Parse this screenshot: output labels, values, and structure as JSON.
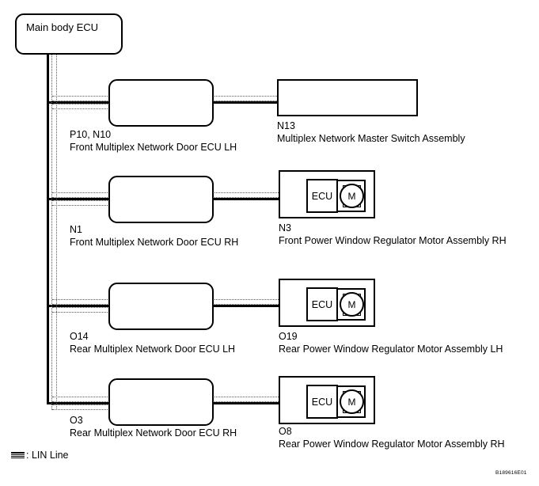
{
  "diagram": {
    "figure_id": "B189616E01",
    "legend": {
      "symbol_name": "lin-line-swatch",
      "label": ": LIN Line"
    },
    "root": {
      "title": "Main body ECU"
    },
    "nodes": [
      {
        "id": "door-ecu-lh",
        "code": "P10, N10",
        "desc": "Front Multiplex Network Door ECU LH",
        "kind": "rounded"
      },
      {
        "id": "master-switch",
        "code": "N13",
        "desc": "Multiplex Network Master Switch Assembly",
        "kind": "sharp"
      },
      {
        "id": "door-ecu-rh",
        "code": "N1",
        "desc": "Front Multiplex Network Door ECU RH",
        "kind": "rounded"
      },
      {
        "id": "front-motor-rh",
        "code": "N3",
        "desc": "Front Power Window Regulator Motor Assembly RH",
        "kind": "motor"
      },
      {
        "id": "rear-door-ecu-lh",
        "code": "O14",
        "desc": "Rear Multiplex Network Door ECU LH",
        "kind": "rounded"
      },
      {
        "id": "rear-motor-lh",
        "code": "O19",
        "desc": "Rear Power Window Regulator Motor Assembly LH",
        "kind": "motor"
      },
      {
        "id": "rear-door-ecu-rh",
        "code": "O3",
        "desc": "Rear Multiplex Network Door ECU RH",
        "kind": "rounded"
      },
      {
        "id": "rear-motor-rh",
        "code": "O8",
        "desc": "Rear Power Window Regulator Motor Assembly RH",
        "kind": "motor"
      }
    ],
    "motor_internals": {
      "ecu_label": "ECU",
      "motor_label": "M"
    },
    "colors": {
      "line": "#000000",
      "lin_line": "#5a5a5a",
      "background": "#ffffff"
    }
  }
}
